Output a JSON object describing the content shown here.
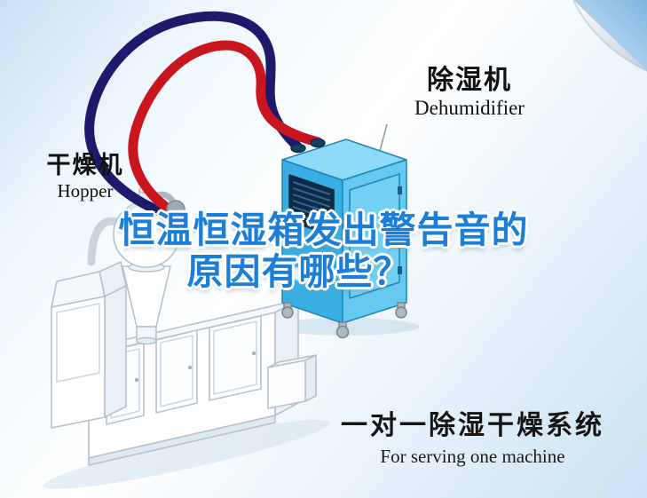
{
  "labels": {
    "dehumidifier": {
      "cn": "除湿机",
      "en": "Dehumidifier"
    },
    "hopper": {
      "cn": "干燥机",
      "en": "Hopper"
    }
  },
  "title": {
    "line1": "恒温恒湿箱发出警告音的",
    "line2": "原因有哪些？",
    "color": "#1b7ed8"
  },
  "footer": {
    "cn": "一对一除湿干燥系统",
    "en": "For serving one machine"
  },
  "colors": {
    "pipe_red": "#c9151e",
    "pipe_navy": "#1d1a6b",
    "dehumidifier_front": "#38aee3",
    "dehumidifier_side": "#66c9f0",
    "dehumidifier_top": "#8ddbf8",
    "title_blue": "#1b7ed8",
    "background_tint": "#c7e0f2"
  }
}
